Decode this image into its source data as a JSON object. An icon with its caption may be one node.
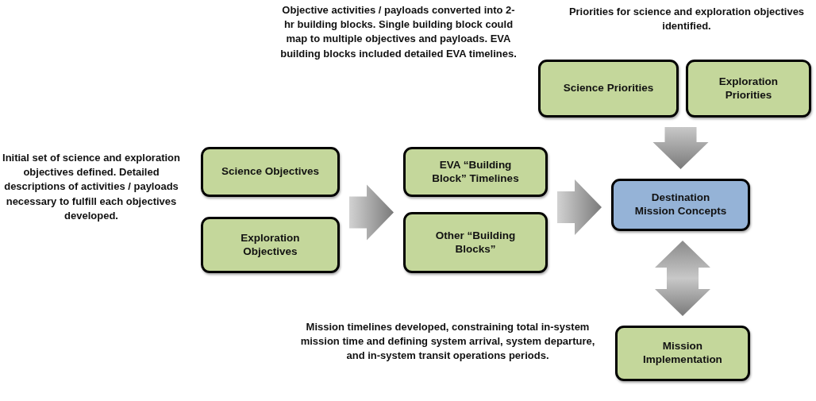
{
  "diagram": {
    "nodes": [
      {
        "text": [
          "Science Objectives"
        ]
      },
      {
        "text": [
          "Exploration Objectives"
        ]
      },
      {
        "text": [
          "EVA “Building Block” Timelines"
        ]
      },
      {
        "text": [
          "Other “Building Blocks”"
        ]
      },
      {
        "text": [
          "Destination Mission Concepts"
        ]
      },
      {
        "text": [
          "Science Priorities"
        ]
      },
      {
        "text": [
          "Exploration Priorities"
        ]
      },
      {
        "text": [
          "Mission Implementation"
        ]
      }
    ],
    "edges": [
      {
        "from": 0,
        "to": 2,
        "arrow": "to"
      },
      {
        "from": 0,
        "to": 3,
        "arrow": "to"
      },
      {
        "from": 1,
        "to": 2,
        "arrow": "to"
      },
      {
        "from": 1,
        "to": 3,
        "arrow": "to"
      },
      {
        "from": 2,
        "to": 4,
        "arrow": "to"
      },
      {
        "from": 3,
        "to": 4,
        "arrow": "to"
      },
      {
        "from": 5,
        "to": 4,
        "arrow": "to"
      },
      {
        "from": 6,
        "to": 4,
        "arrow": "to"
      },
      {
        "from": 4,
        "to": 7,
        "arrow": "both"
      }
    ],
    "labels": [
      "Objective activities / payloads converted into 2-hr building blocks. Single building block could map to multiple objectives and payloads. EVA building blocks included detailed EVA timelines.",
      "Priorities for science and exploration objectives identified.",
      "Initial set of science and exploration objectives defined. Detailed descriptions of activities / payloads necessary to fulfill each objectives developed.",
      "Mission timelines developed, constraining total in-system mission time and defining system arrival, system departure, and in-system transit operations periods."
    ]
  }
}
